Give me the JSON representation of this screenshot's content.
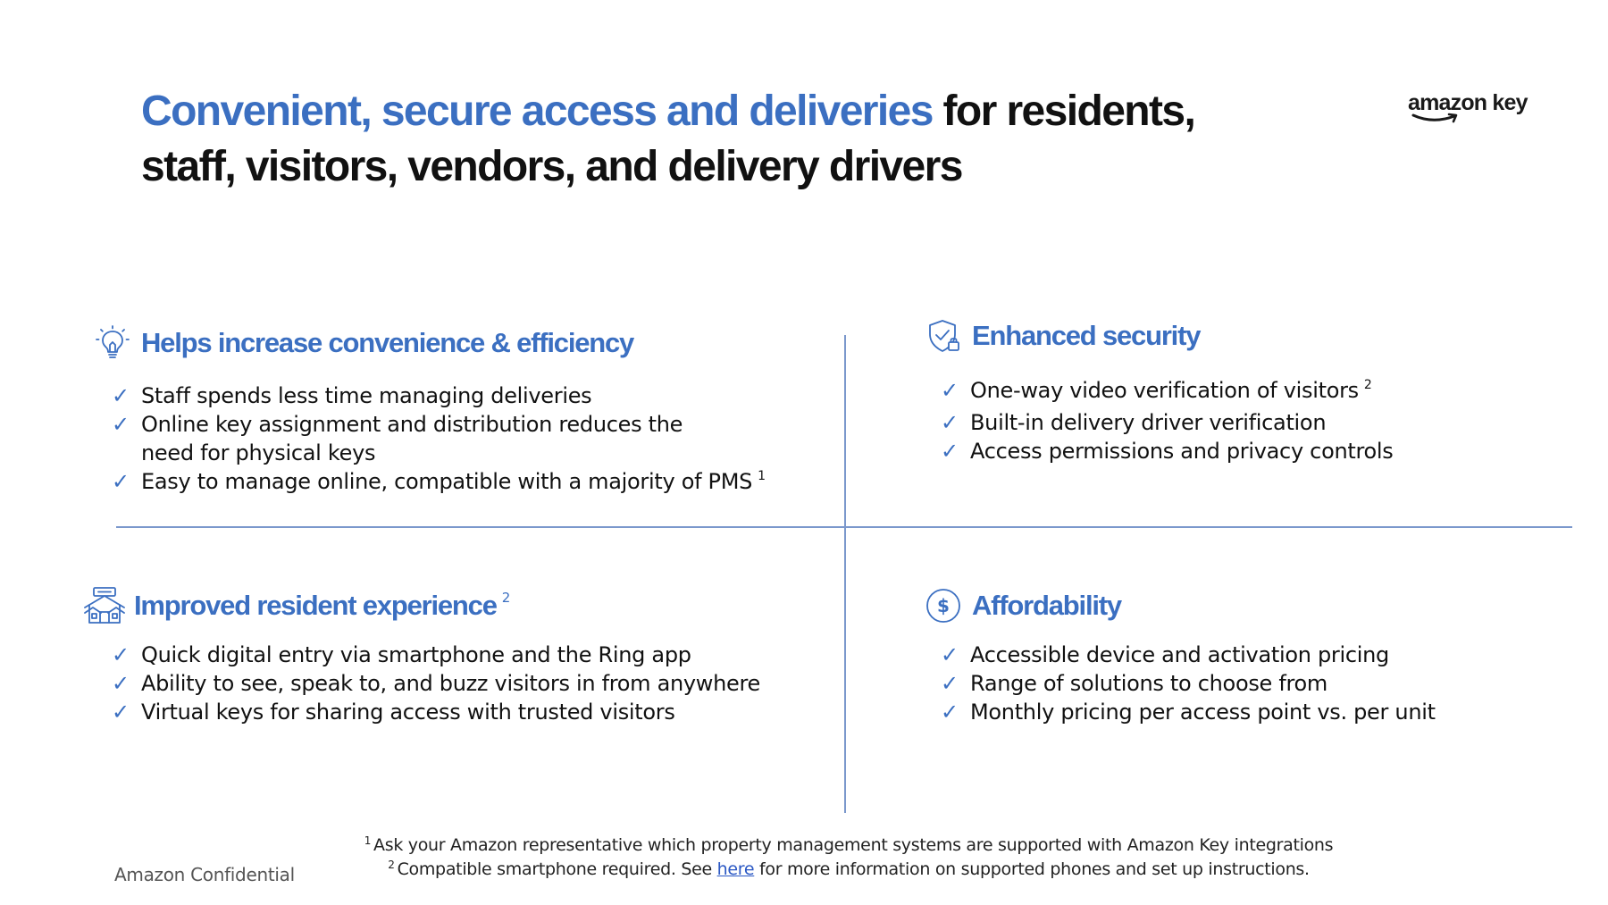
{
  "header": {
    "title_highlight": "Convenient, secure access and deliveries",
    "title_rest": " for residents, staff, visitors, vendors, and delivery drivers",
    "logo_text": "amazon key"
  },
  "colors": {
    "accent": "#3b6fc1",
    "text": "#111111",
    "divider": "#7b98cc",
    "link": "#2b58c4"
  },
  "quadrants": {
    "convenience": {
      "icon": "lightbulb-icon",
      "title": "Helps increase convenience & efficiency",
      "items": [
        {
          "text": "Staff spends less time managing deliveries"
        },
        {
          "text": "Online key assignment and distribution reduces the need for physical keys"
        },
        {
          "text": "Easy to manage online, compatible with a majority of PMS",
          "sup": "1"
        }
      ]
    },
    "security": {
      "icon": "shield-lock-icon",
      "title": "Enhanced security",
      "items": [
        {
          "text": "One-way video verification of visitors",
          "sup": "2"
        },
        {
          "text": "Built-in delivery driver verification"
        },
        {
          "text": "Access permissions and privacy controls"
        }
      ]
    },
    "resident": {
      "icon": "building-icon",
      "title": "Improved resident experience",
      "title_sup": "2",
      "items": [
        {
          "text": "Quick digital entry via smartphone and the Ring app"
        },
        {
          "text": "Ability to see, speak to, and buzz visitors in from anywhere"
        },
        {
          "text": "Virtual keys for sharing access with trusted visitors"
        }
      ]
    },
    "affordability": {
      "icon": "dollar-circle-icon",
      "title": "Affordability",
      "items": [
        {
          "text": "Accessible device and activation pricing"
        },
        {
          "text": "Range of solutions to choose from"
        },
        {
          "text": "Monthly pricing per access point vs. per unit"
        }
      ]
    }
  },
  "check_glyph": "✓",
  "footnotes": {
    "fn1_mark": "1",
    "fn1_text": "Ask your Amazon representative which property management systems are supported with Amazon Key integrations",
    "fn2_mark": "2",
    "fn2_before": "Compatible smartphone required. See ",
    "fn2_link": "here",
    "fn2_after": " for more information on supported phones and set up instructions."
  },
  "confidential": "Amazon Confidential"
}
